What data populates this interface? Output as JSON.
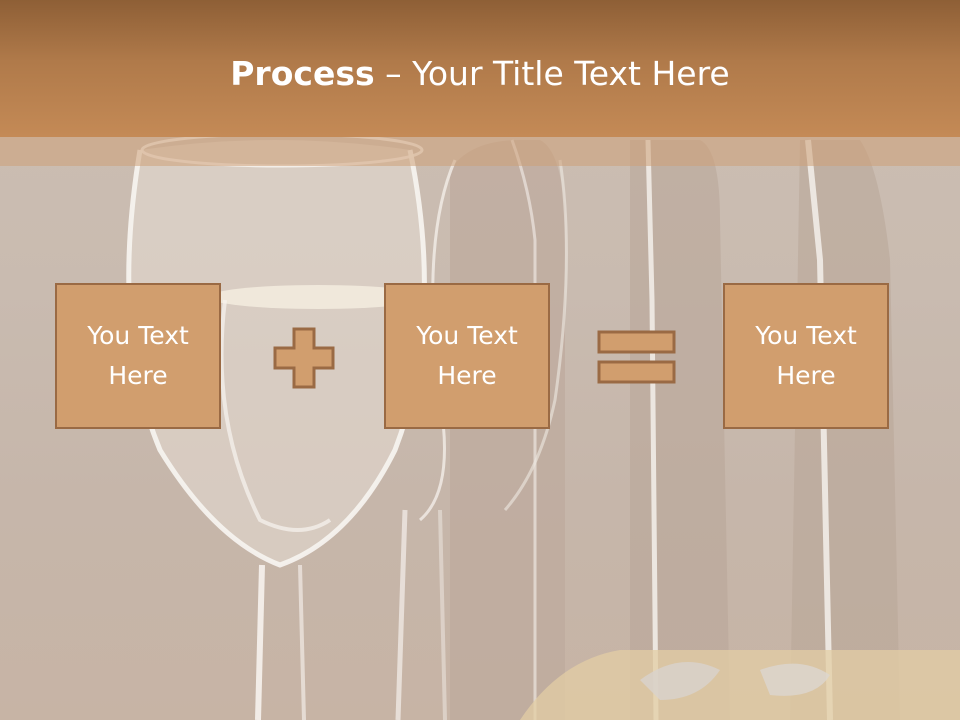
{
  "title": {
    "bold": "Process",
    "rest": " – Your Title Text Here"
  },
  "process": {
    "box1_text": "You Text Here",
    "operator1_icon": "plus-icon",
    "box2_text": "You Text Here",
    "operator2_icon": "equals-icon",
    "box3_text": "You Text Here"
  },
  "colors": {
    "title_bar": "#b07a4a",
    "box_fill": "#d19e6e",
    "box_border": "#9a6a44",
    "text": "#ffffff"
  }
}
